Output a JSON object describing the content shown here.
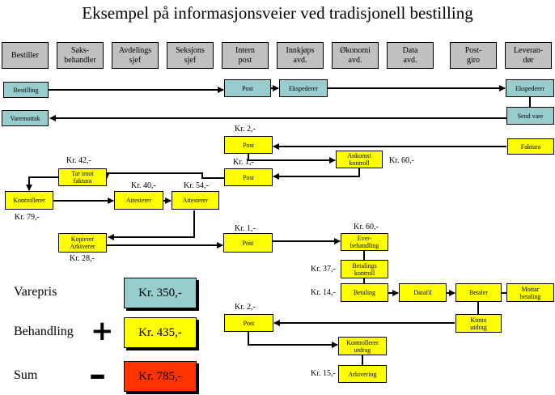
{
  "title": "Eksempel på informasjonsveier ved tradisjonell bestilling",
  "columns": [
    "Bestiller",
    "Saks-\nbehandler",
    "Avdelings\nsjef",
    "Seksjons\nsjef",
    "Intern\npost",
    "Innkjøps\navd.",
    "Økonomi\navd.",
    "Data\navd.",
    "Post-\ngiro",
    "Leveran-\ndør"
  ],
  "nodes": {
    "bestilling": "Bestilling",
    "post1": "Post",
    "ekspederer1": "Ekspederer",
    "ekspederer2": "Ekspederer",
    "sendvare": "Send vare",
    "varemottak": "Varemottak",
    "faktura": "Faktura",
    "post2": "Post",
    "ankomst": "Ankomst\nkontroll",
    "post3": "Post",
    "tarimot": "Tar imot\nfaktura",
    "kontrollerer": "Kontrollerer",
    "attesterer1": "Attesterer",
    "attesterer2": "Attesterer",
    "kopierer": "Kopierer\nArkiverer",
    "post4": "Post",
    "everbehandling": "Ever-\nbehandling",
    "betalingskontroll": "Betalings\nkontroll",
    "betaling": "Betaling",
    "datafil": "Datafil",
    "betaler": "Betaler",
    "mottar": "Mottar\nbetaling",
    "konto": "Konto\nutdrag",
    "post5": "Post",
    "kontrollerer_utdrag": "Kontrollerer\nutdrag",
    "arkivering": "Arkivering"
  },
  "costs": {
    "c_post2": "Kr. 2,-",
    "c_ankomst": "Kr. 60,-",
    "c_post3": "Kr. 1,-",
    "c_tarimot": "Kr. 42,-",
    "c_att1": "Kr. 40,-",
    "c_att2": "Kr. 54,-",
    "c_kontr": "Kr. 79,-",
    "c_kopier": "Kr. 28,-",
    "c_post4": "Kr. 1,-",
    "c_ever": "Kr. 60,-",
    "c_betk": "Kr. 37,-",
    "c_betaling": "Kr. 14,-",
    "c_post5": "Kr. 2,-",
    "c_arkiv": "Kr. 15,-"
  },
  "summary": {
    "varepris_label": "Varepris",
    "varepris_value": "Kr. 350,-",
    "behandling_label": "Behandling",
    "behandling_value": "Kr. 435,-",
    "sum_label": "Sum",
    "sum_value": "Kr. 785,-",
    "plus_symbol": "+",
    "minus_symbol": "–"
  },
  "colors": {
    "teal": "#99cccc",
    "yellow": "#ffff00",
    "grey": "#c0c0c0",
    "sum_red": "#ff3300"
  }
}
